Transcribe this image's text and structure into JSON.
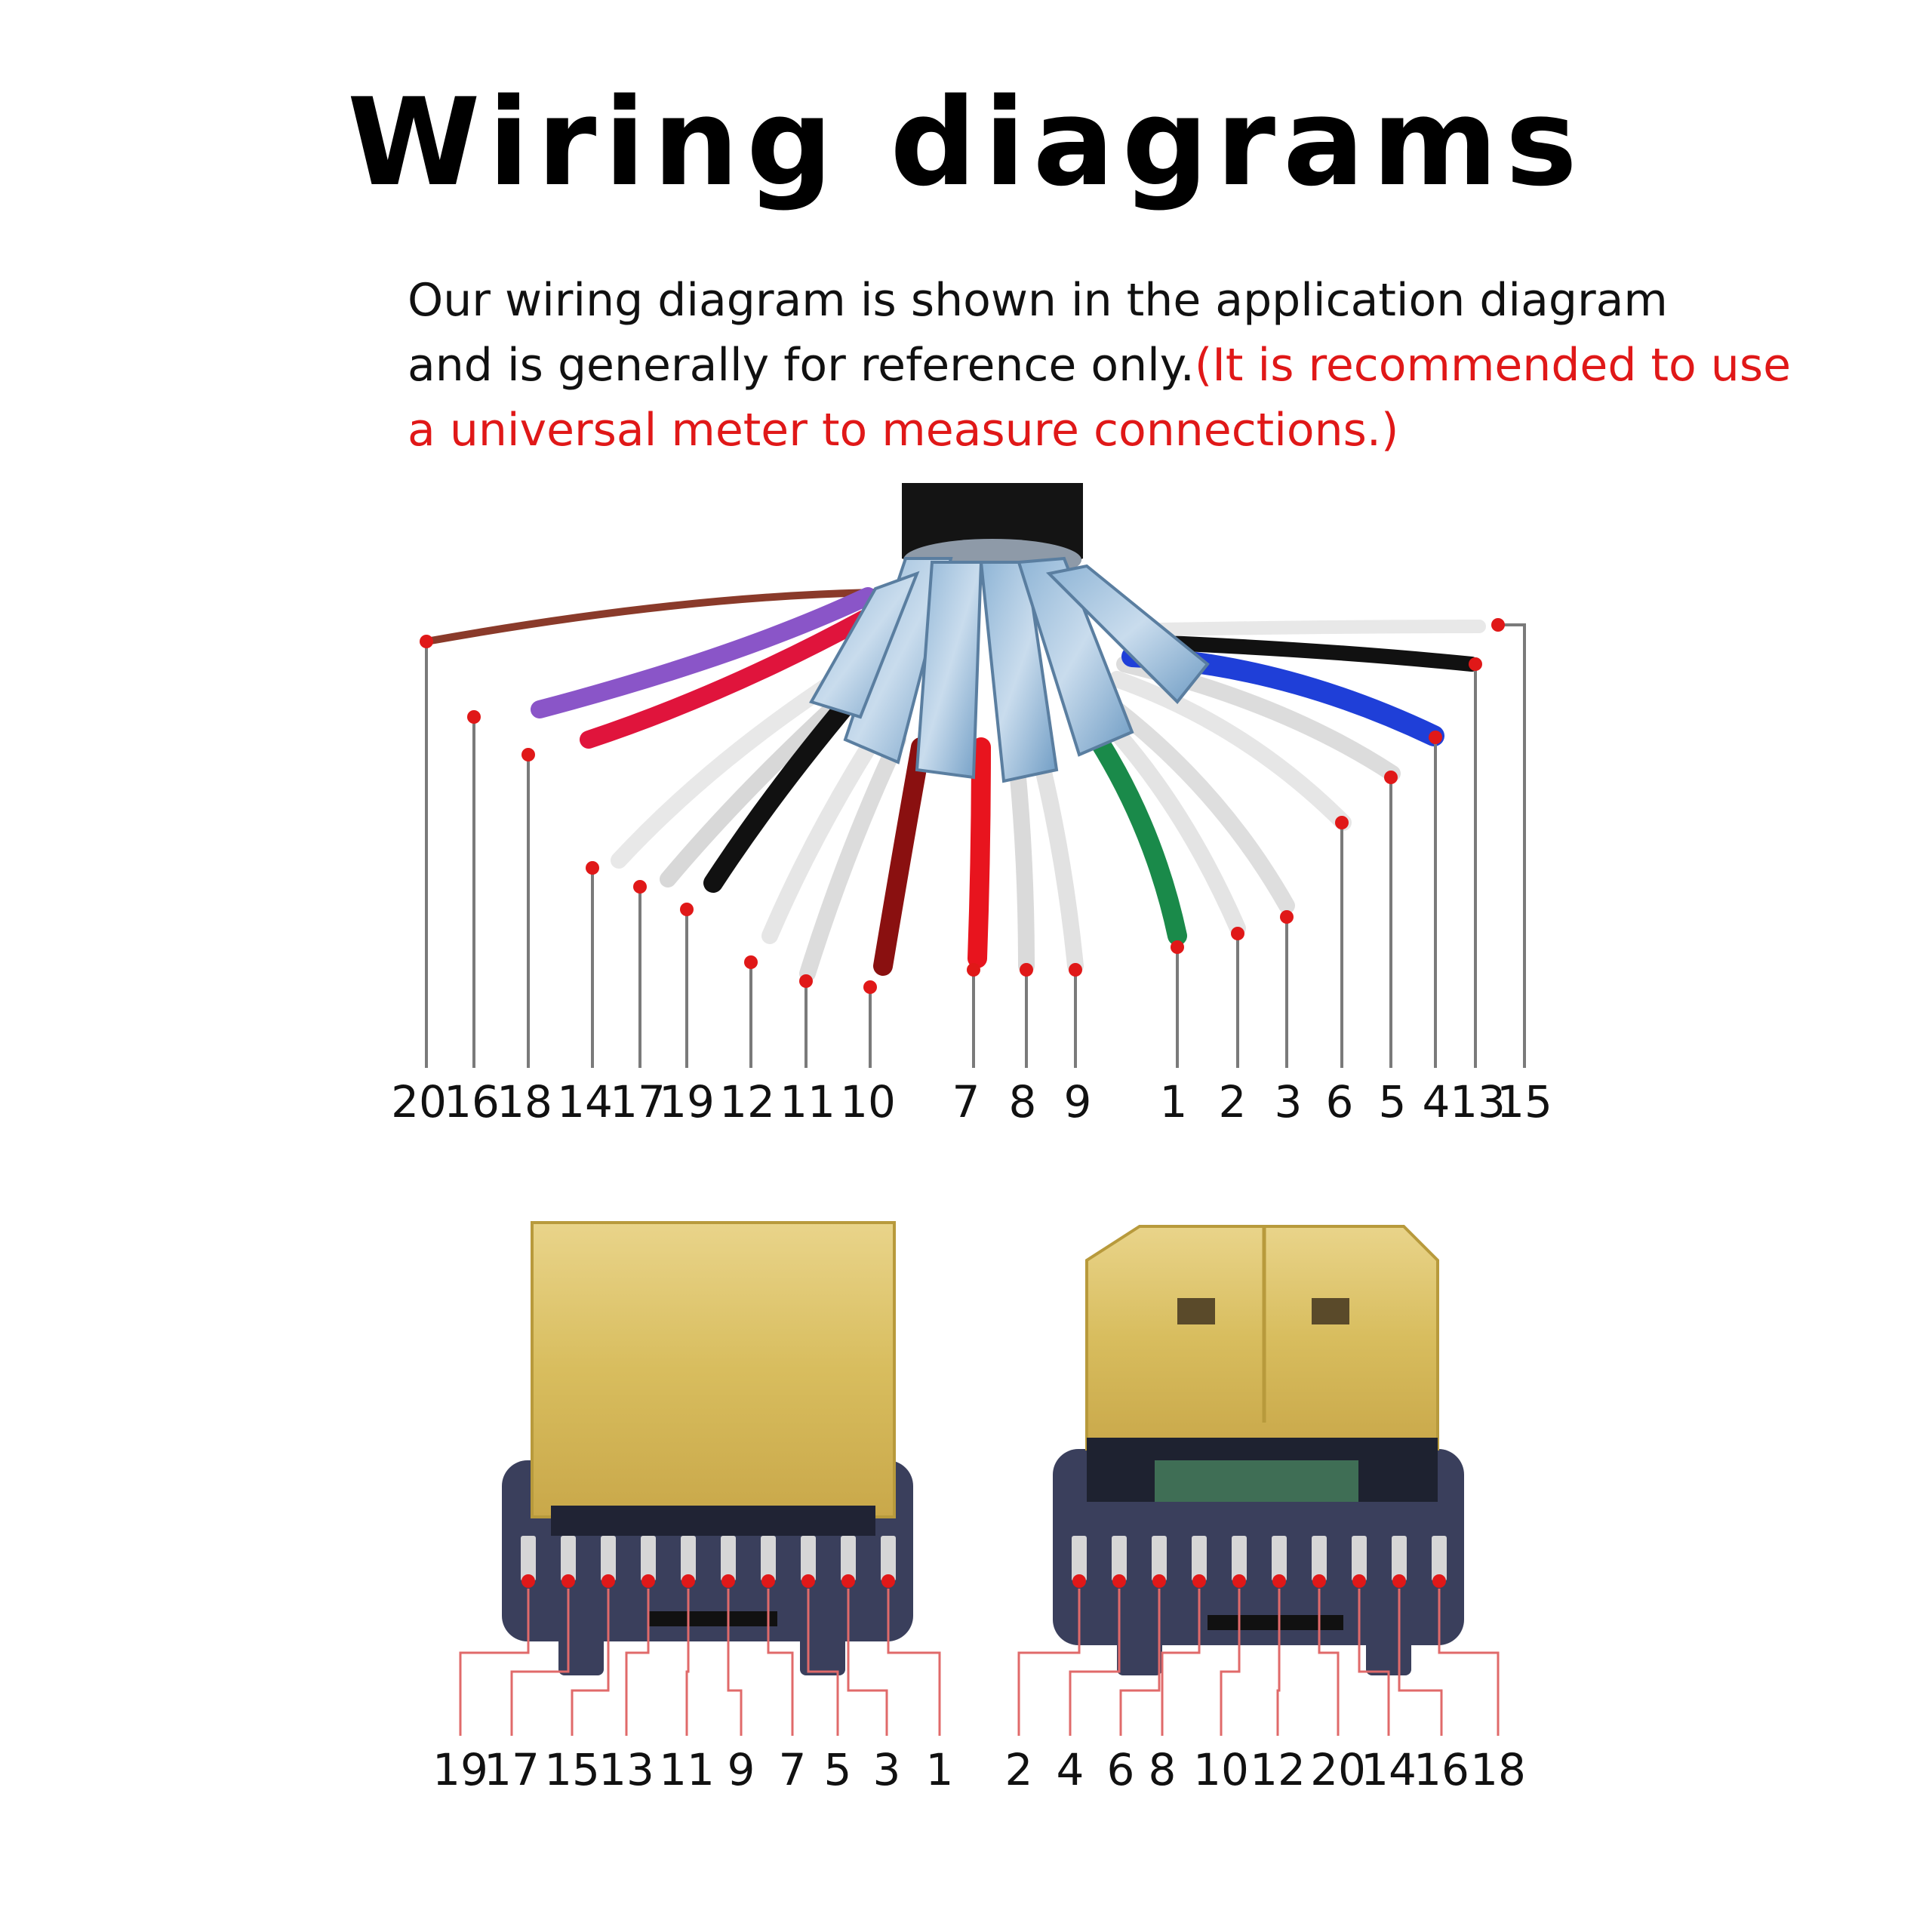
{
  "title": "Wiring diagrams",
  "description": {
    "line1": "Our wiring diagram is shown in the application diagram",
    "line2": "and is generally for reference only.",
    "warning_line2": "(It is recommended to use",
    "warning_line3": "a universal meter to measure connections.)"
  },
  "colors": {
    "warning": "#e01818",
    "marker": "#e01818",
    "leader": "#7a7a7a",
    "pcb_leader": "#e06a6a"
  },
  "cable_pins": [
    "20",
    "16",
    "18",
    "14",
    "17",
    "19",
    "12",
    "11",
    "10",
    "7",
    "8",
    "9",
    "1",
    "2",
    "3",
    "6",
    "5",
    "4",
    "13",
    "15"
  ],
  "connector_left_pins": [
    "19",
    "17",
    "15",
    "13",
    "11",
    "9",
    "7",
    "5",
    "3",
    "1"
  ],
  "connector_right_pins": [
    "2",
    "4",
    "6",
    "8",
    "10",
    "12",
    "20",
    "14",
    "16",
    "18"
  ]
}
